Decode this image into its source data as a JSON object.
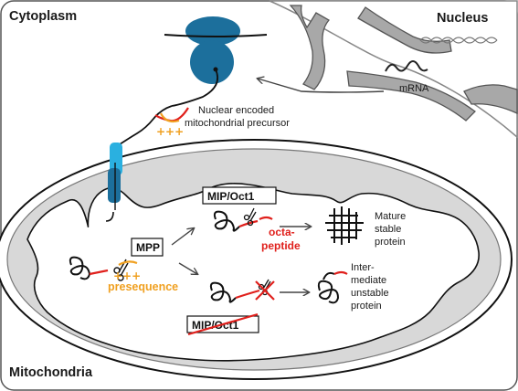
{
  "compartments": {
    "cytoplasm": "Cytoplasm",
    "nucleus": "Nucleus",
    "mitochondria": "Mitochondria"
  },
  "labels": {
    "mrna": "mRNA",
    "precursor_line1": "Nuclear encoded",
    "precursor_line2": "mitochondrial precursor",
    "plus_charges": "+++",
    "mpp": "MPP",
    "presequence": "presequence",
    "mip_oct1": "MIP/Oct1",
    "mip_oct1_absent": "MIP/Oct1",
    "octapeptide_line1": "octa-",
    "octapeptide_line2": "peptide",
    "mature_line1": "Mature",
    "mature_line2": "stable",
    "mature_line3": "protein",
    "intermediate_line1": "Inter-",
    "intermediate_line2": "mediate",
    "intermediate_line3": "unstable",
    "intermediate_line4": "protein"
  },
  "colors": {
    "presequence": "#f0a020",
    "octapeptide": "#e0201c",
    "ribosome": "#1c6f9c",
    "translocase": "#2ab0e0",
    "mito_fill": "#d8d8d8",
    "nucleus_fill": "#a8a8a8"
  }
}
